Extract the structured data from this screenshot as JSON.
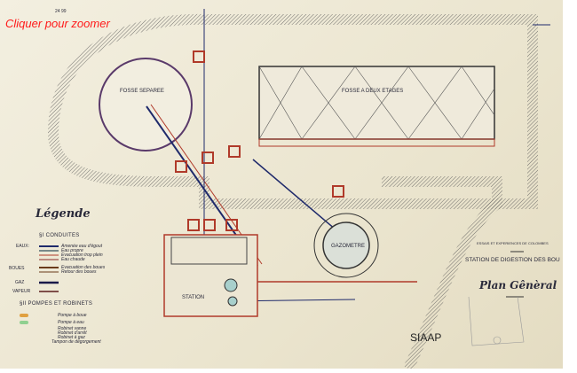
{
  "overlay": {
    "zoom_hint": "Cliquer pour zoomer"
  },
  "header_note": "24 99",
  "plan_labels": {
    "fosse_separee": "FOSSE SEPAREE",
    "fosse_deux_etages": "FOSSE A DEUX ETAGES",
    "gazometre": "GAZOMETRE",
    "station": "STATION"
  },
  "legend": {
    "title": "Légende",
    "section1": "§I CONDUITES",
    "groups": [
      "EAUX:",
      "BOUES",
      "GAZ",
      "VAPEUR"
    ],
    "lines": [
      {
        "label": "Amenée eau d'égout",
        "color": "#1f2a6b"
      },
      {
        "label": "Eau propre",
        "color": "#7a8a8a"
      },
      {
        "label": "Evacuation trop plein",
        "color": "#b03a2a"
      },
      {
        "label": "Eau chaude",
        "color": "#8a2a2a"
      },
      {
        "label": "Evacuation des boues",
        "color": "#6a3a1a"
      },
      {
        "label": "Retour des boues",
        "color": "#6a3a1a"
      },
      {
        "label": "",
        "color": "#1a1a4a"
      },
      {
        "label": "",
        "color": "#5a1a1a"
      }
    ],
    "section2": "§II POMPES ET ROBINETS",
    "items": [
      "Pompe à boue",
      "Pompe à eau",
      "Robinet vanne",
      "Robinet d'arrêt",
      "Robinet à gaz",
      "Tampon de dégorgement"
    ]
  },
  "title_block": {
    "essais": "ESSAIS ET EXPERIENCES DE COLOMBES",
    "station": "STATION DE DIGESTION DES BOU",
    "plan": "Plan Gênèral"
  },
  "watermark": "SIAAP"
}
